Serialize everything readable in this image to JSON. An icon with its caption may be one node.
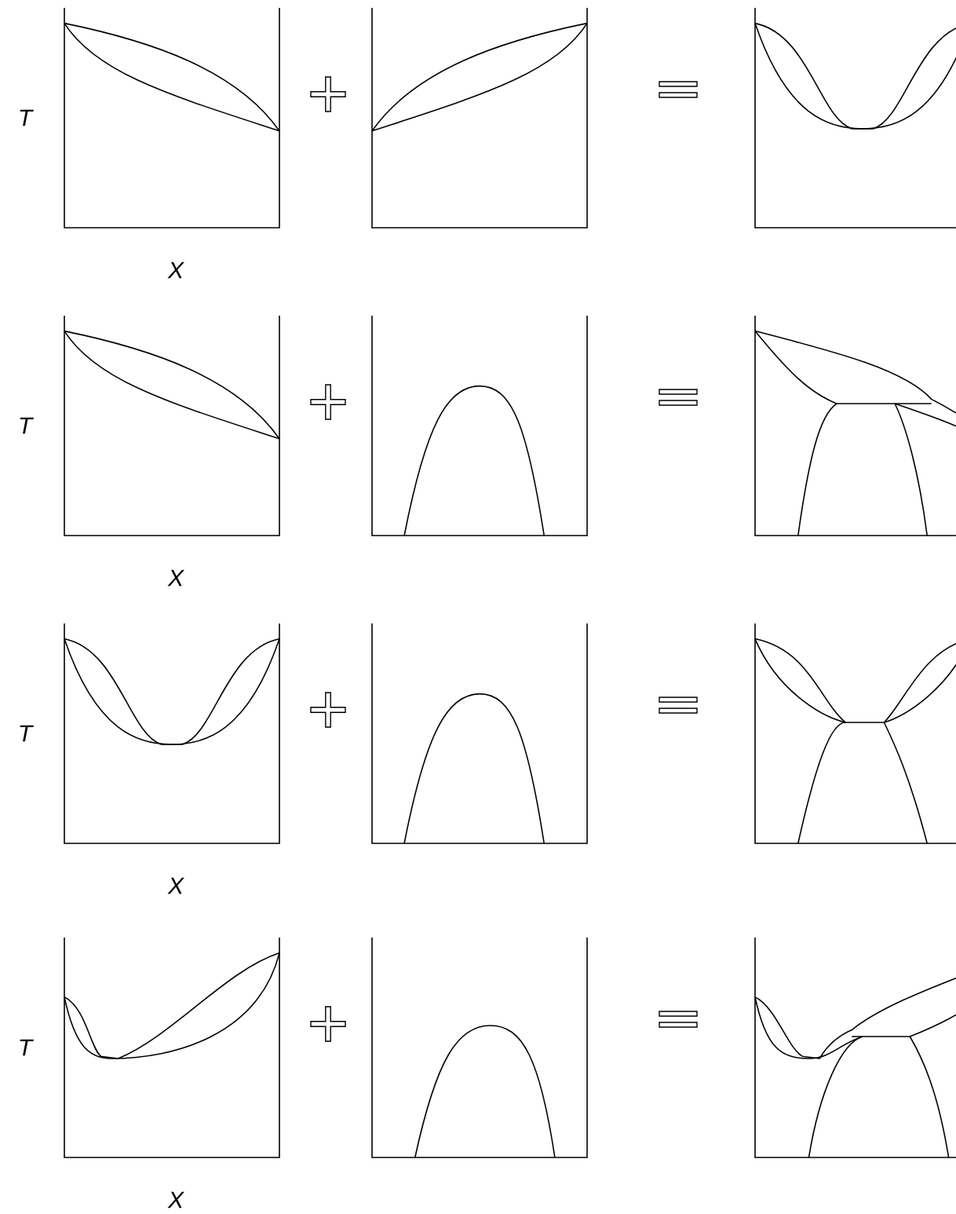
{
  "diagram": {
    "labels": [
      "T",
      "X",
      "T",
      "X",
      "T",
      "X",
      "T",
      "X"
    ]
  }
}
